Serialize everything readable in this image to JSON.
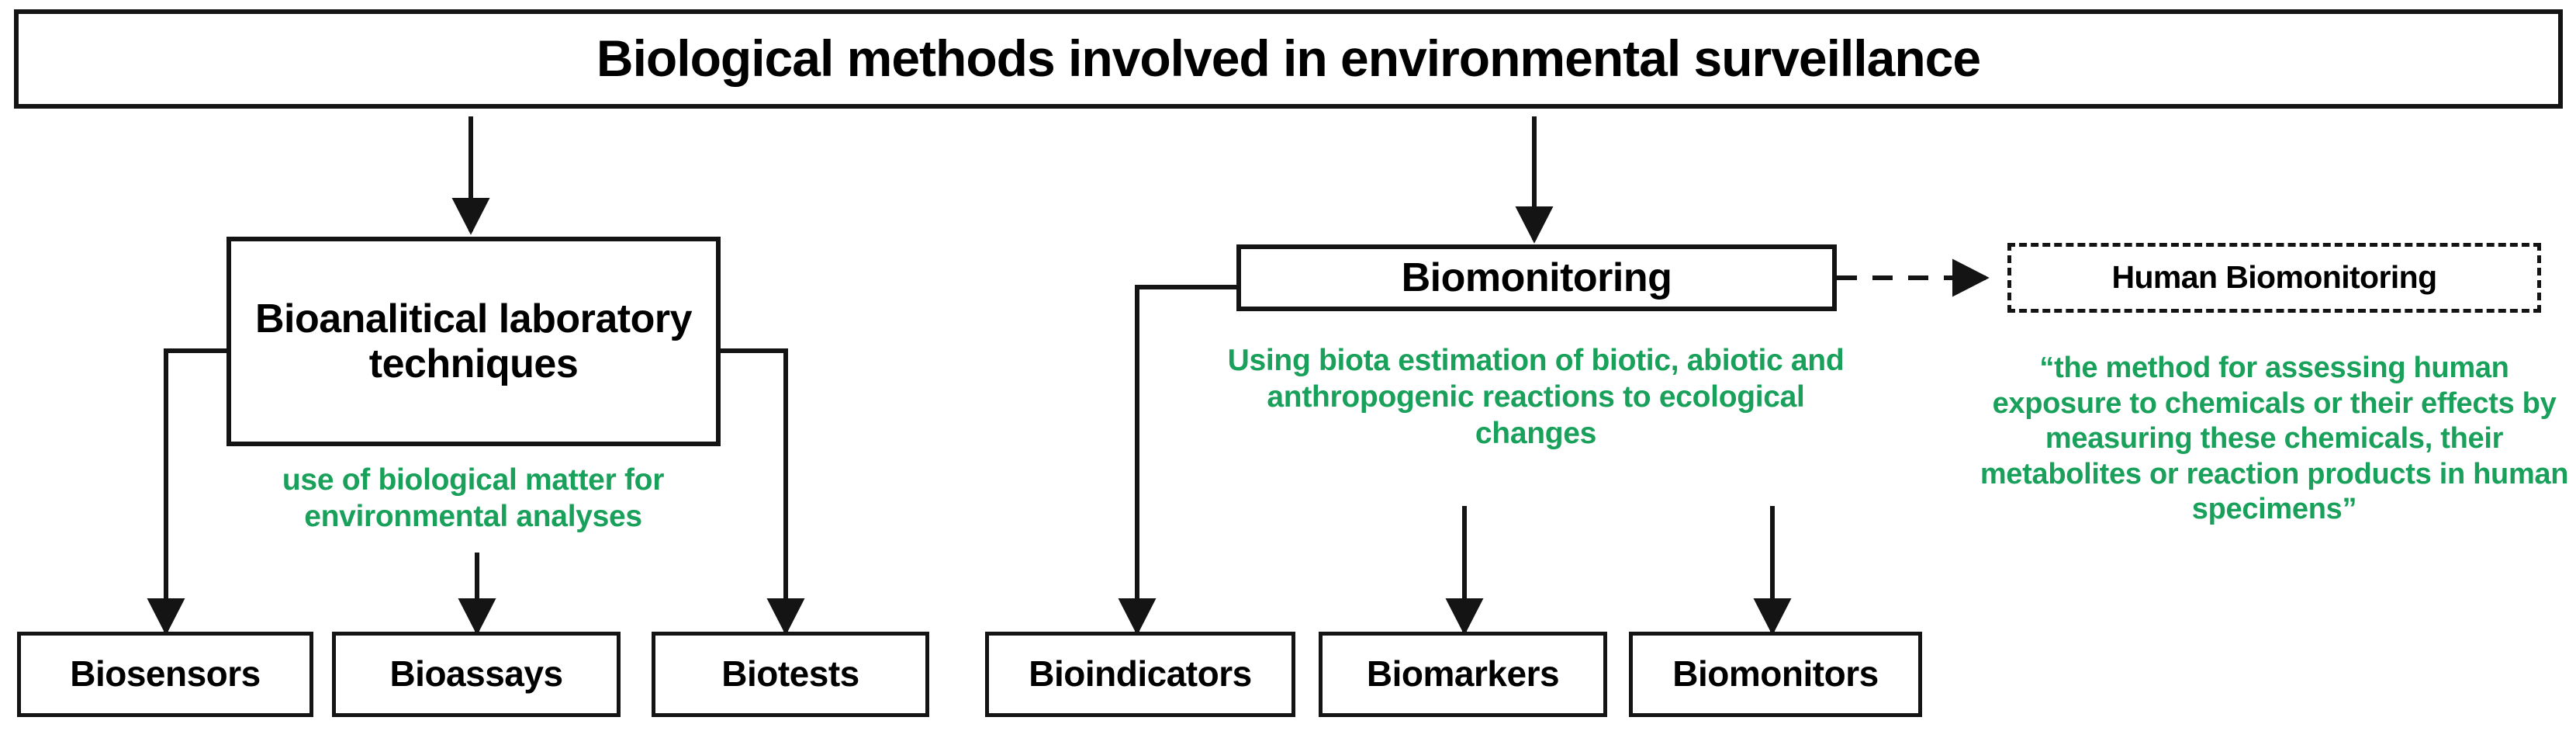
{
  "diagram": {
    "title": "Biological methods involved in environmental surveillance",
    "accent_green": "#19a05a",
    "line_color": "#141414",
    "background": "#ffffff",
    "branches": {
      "bioanalytical": {
        "label": "Bioanalitical laboratory techniques",
        "caption": "use of biological matter for environmental analyses",
        "children": [
          {
            "label": "Biosensors"
          },
          {
            "label": "Bioassays"
          },
          {
            "label": "Biotests"
          }
        ]
      },
      "biomonitoring": {
        "label": "Biomonitoring",
        "caption": "Using biota estimation of biotic, abiotic and anthropogenic reactions to ecological changes",
        "children": [
          {
            "label": "Bioindicators"
          },
          {
            "label": "Biomarkers"
          },
          {
            "label": "Biomonitors"
          }
        ]
      },
      "human_biomonitoring": {
        "label": "Human Biomonitoring",
        "caption": "“the method for assessing human exposure to chemicals or their effects by measuring these chemicals, their metabolites or reaction products in human specimens”"
      }
    },
    "connectors": [
      {
        "name": "title-to-bioanalytical",
        "style": "solid",
        "arrow": true
      },
      {
        "name": "title-to-biomonitoring",
        "style": "solid",
        "arrow": true
      },
      {
        "name": "bioanalytical-to-biosensors",
        "style": "solid",
        "arrow": true
      },
      {
        "name": "bioanalytical-to-bioassays",
        "style": "solid",
        "arrow": true
      },
      {
        "name": "bioanalytical-to-biotests",
        "style": "solid",
        "arrow": true
      },
      {
        "name": "biomonitoring-to-bioindicators",
        "style": "solid",
        "arrow": true
      },
      {
        "name": "biomonitoring-to-biomarkers",
        "style": "solid",
        "arrow": true
      },
      {
        "name": "biomonitoring-to-biomonitors",
        "style": "solid",
        "arrow": true
      },
      {
        "name": "biomonitoring-to-human-biomonitoring",
        "style": "dashed",
        "arrow": true
      }
    ]
  }
}
